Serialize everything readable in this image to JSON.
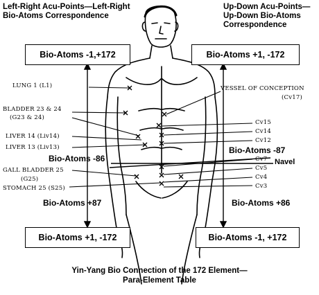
{
  "headers": {
    "left": "Left-Right Acu-Points—Left-Right Bio-Atoms Correspondence",
    "right": "Up-Down Acu-Points—Up-Down Bio-Atoms Correspondence"
  },
  "boxes": {
    "top_left": "Bio-Atoms -1,+172",
    "top_right": "Bio-Atoms +1, -172",
    "bottom_left": "Bio-Atoms +1, -172",
    "bottom_right": "Bio-Atoms -1, +172"
  },
  "left_points": {
    "lung": "LUNG 1 (L1)",
    "bladder": "BLADDER 23 & 24",
    "bladder_code": "(G23 & 24)",
    "liver14": "LIVER 14 (Liv14)",
    "liver13": "LIVER 13 (Liv13)",
    "gall": "GALL BLADDER 25",
    "gall_code": "(G25)",
    "stomach": "STOMACH 25 (S25)"
  },
  "right_points": {
    "vessel": "VESSEL OF CONCEPTION",
    "vessel_code": "(Cv17)",
    "cv15": "Cv15",
    "cv14": "Cv14",
    "cv12": "Cv12",
    "cv7": "Cv7",
    "navel": "Navel",
    "cv5": "Cv5",
    "cv4": "Cv4",
    "cv3": "Cv3"
  },
  "bio_labels": {
    "left_mid": "Bio-Atoms  -86",
    "right_mid": "Bio-Atoms  -87",
    "left_low": "Bio-Atoms +87",
    "right_low": "Bio-Atoms  +86"
  },
  "caption": "Yin-Yang Bio Connection of the 172 Element—Para-Element Table"
}
